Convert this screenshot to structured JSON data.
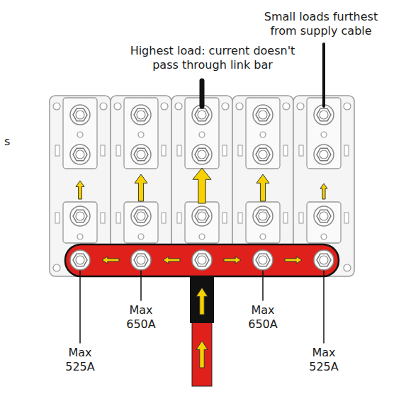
{
  "diagram": {
    "labels": [
      "s",
      "Highest load: current doesn't pass through link bar",
      "Small loads furthest from supply cable",
      "Max 650A",
      "Max 650A",
      "Max 525A",
      "Max 525A"
    ]
  }
}
